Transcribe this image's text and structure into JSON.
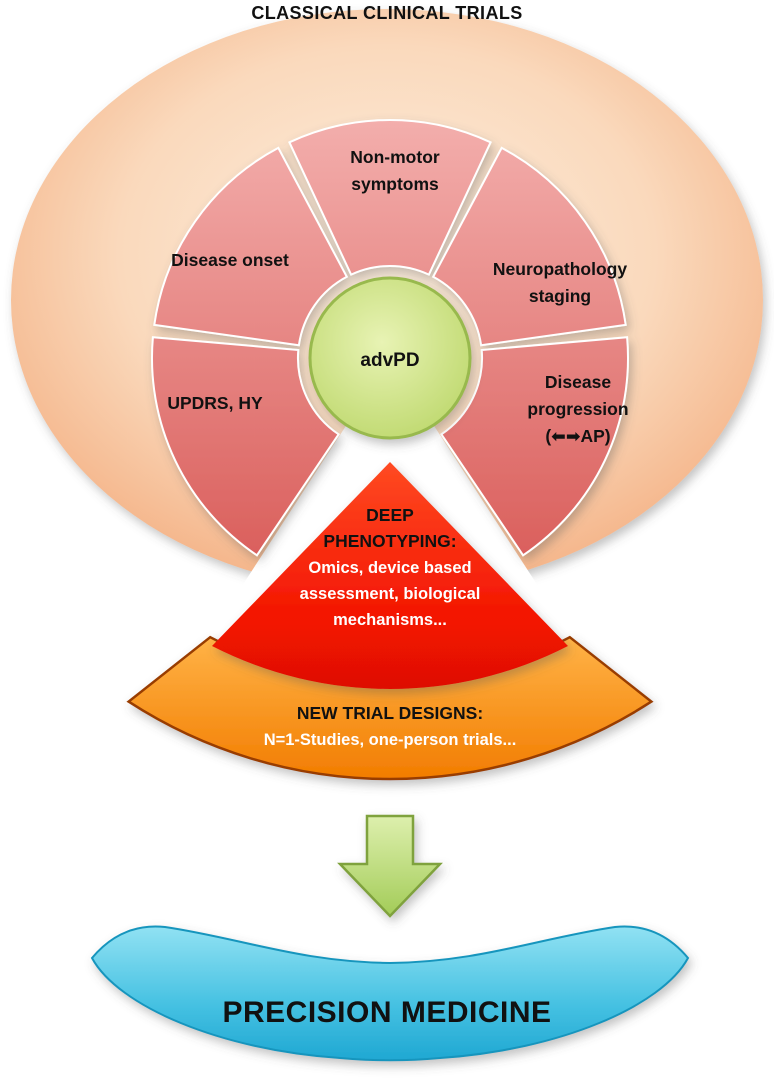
{
  "figure": {
    "title": "CLASSICAL CLINICAL TRIALS",
    "hub": "advPD",
    "segments": [
      {
        "id": "disease-onset",
        "label": "Disease onset"
      },
      {
        "id": "non-motor",
        "label": "Non-motor symptoms"
      },
      {
        "id": "neuropathology",
        "label": "Neuropathology staging"
      },
      {
        "id": "updrs-hy",
        "label": "UPDRS, HY"
      },
      {
        "id": "disease-progression",
        "label": "Disease progression",
        "sub": "(⬅➡AP)"
      }
    ],
    "deep_phenotyping": {
      "heading": "DEEP PHENOTYPING:",
      "body": "Omics, device based assessment, biological mechanisms..."
    },
    "new_trial_designs": {
      "heading": "NEW TRIAL DESIGNS:",
      "body": "N=1-Studies, one-person trials..."
    },
    "outcome": "PRECISION MEDICINE",
    "colors": {
      "outer_ring_peach": "#f3ab7c",
      "segment_pink": "#e4807d",
      "hub_green": "#c9df7c",
      "deep_red": "#f31300",
      "trials_orange": "#f88d1a",
      "arrow_green": "#bcd970",
      "banner_cyan": "#45c1e2"
    }
  }
}
